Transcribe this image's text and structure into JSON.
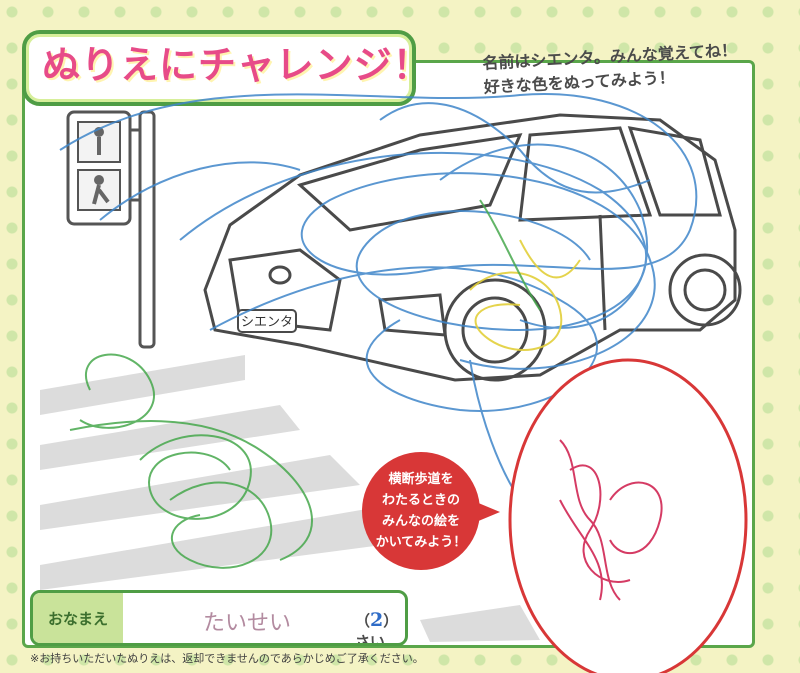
{
  "title": "ぬりえにチャレンジ！",
  "subtitle": "名前はシエンタ。みんな覚えてね！\n好きな色をぬってみよう！",
  "bubble": "横断歩道を\nわたるときの\nみんなの絵を\nかいてみよう！",
  "car_plate": "シエンタ",
  "name_label": "おなまえ",
  "name_value": "たいせい",
  "age_open": "（",
  "age_value": "2",
  "age_close": "）さい",
  "note": "※お持ちいただいたぬりえは、返却できませんのであらかじめご了承ください。",
  "colors": {
    "title": "#e74b88",
    "frame": "#4f9d45",
    "bubble": "#d83737",
    "crayon_blue": "#3f86c9",
    "crayon_green": "#46a84c",
    "crayon_red": "#d53b64",
    "crayon_yellow": "#e2cf3a"
  }
}
